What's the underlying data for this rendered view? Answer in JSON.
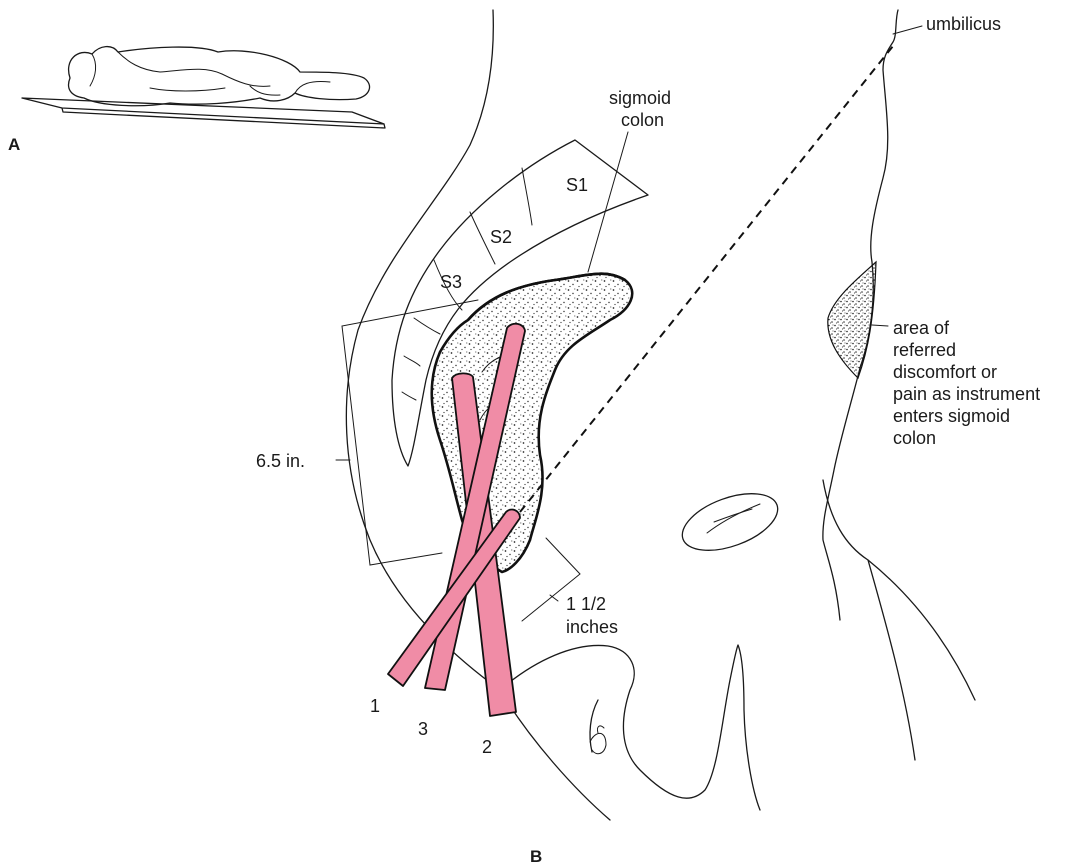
{
  "panels": {
    "a": "A",
    "b": "B"
  },
  "labels": {
    "umbilicus": "umbilicus",
    "sigmoid_colon": [
      "sigmoid",
      "colon"
    ],
    "s1": "S1",
    "s2": "S2",
    "s3": "S3",
    "area_of_discomfort": [
      "area of",
      "referred",
      "discomfort or",
      "pain as instrument",
      "enters sigmoid",
      "colon"
    ],
    "length_6_5": "6.5 in.",
    "length_1_5": [
      "1 1/2",
      "inches"
    ],
    "instrument_1": "1",
    "instrument_2": "2",
    "instrument_3": "3"
  },
  "colors": {
    "line": "#1a1a1a",
    "instrument_fill": "#f08ca6",
    "stipple": "#2a2a2a",
    "background": "#ffffff"
  }
}
